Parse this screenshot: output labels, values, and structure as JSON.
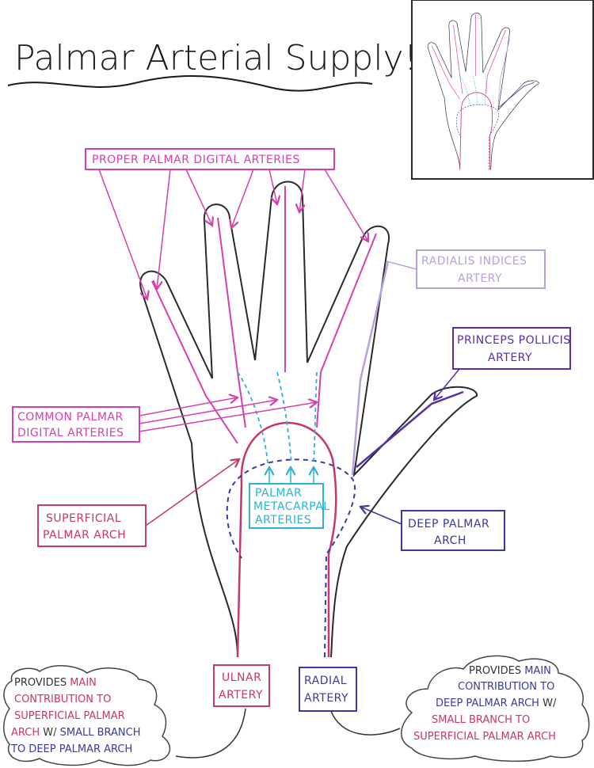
{
  "title": "Palmar Arterial Supply!",
  "labels": {
    "proper_palmar_digital": "PROPER PALMAR DIGITAL ARTERIES",
    "radialis_indices": [
      "RADIALIS INDICES",
      "ARTERY"
    ],
    "princeps_pollicis": [
      "PRINCEPS POLLICIS",
      "ARTERY"
    ],
    "common_palmar_digital": [
      "COMMON PALMAR",
      "DIGITAL ARTERIES"
    ],
    "superficial_palmar_arch": [
      "SUPERFICIAL",
      "PALMAR ARCH"
    ],
    "palmar_metacarpal": [
      "PALMAR",
      "METACARPAL",
      "ARTERIES"
    ],
    "deep_palmar_arch": [
      "DEEP PALMAR",
      "ARCH"
    ],
    "ulnar_artery": [
      "ULNAR",
      "ARTERY"
    ],
    "radial_artery": [
      "RADIAL",
      "ARTERY"
    ]
  },
  "notes": {
    "ulnar": {
      "l1a": "PROVIDES ",
      "l1b": "MAIN",
      "l2": "CONTRIBUTION TO",
      "l3": "SUPERFICIAL PALMAR",
      "l4a": "ARCH",
      "l4b": " W/ ",
      "l4c": "SMALL BRANCH",
      "l5": "TO DEEP PALMAR ARCH"
    },
    "radial": {
      "l1a": "PROVIDES ",
      "l1b": "MAIN",
      "l2": "CONTRIBUTION TO",
      "l3a": "DEEP PALMAR ARCH",
      "l3b": " W/",
      "l4": "SMALL BRANCH TO",
      "l5": "SUPERFICIAL PALMAR ARCH"
    }
  },
  "colors": {
    "outline": "#2a2a2a",
    "proper_digital": "#d63fae",
    "superficial": "#c8356f",
    "radialis": "#b9a0dc",
    "princeps": "#5b2ea6",
    "deep": "#3a3a9e",
    "metacarpal": "#2bb3d6"
  }
}
